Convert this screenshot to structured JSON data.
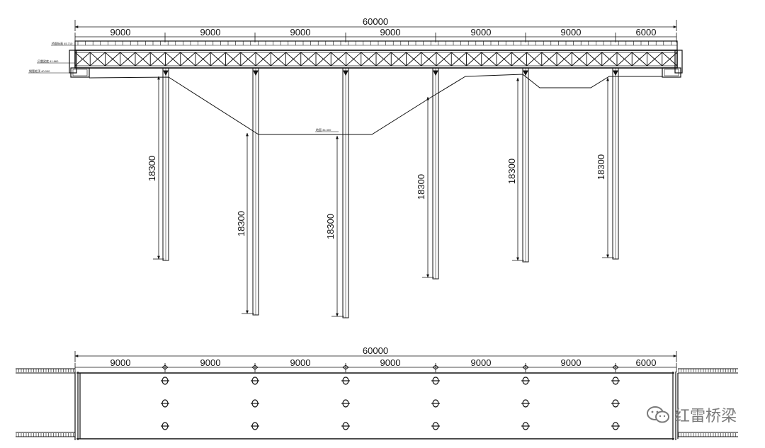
{
  "elevation": {
    "total_span": "60000",
    "spans": [
      "9000",
      "9000",
      "9000",
      "9000",
      "9000",
      "9000",
      "6000"
    ],
    "pile_lengths": [
      "18300",
      "18300",
      "18300",
      "18300",
      "18300",
      "18300"
    ],
    "level_labels": [
      "桥面标高 45.710",
      "贝雷梁底 41.860",
      "钢管桩顶 40.000"
    ],
    "ground_label": "地面 34.300"
  },
  "plan": {
    "total_span": "60000",
    "spans": [
      "9000",
      "9000",
      "9000",
      "9000",
      "9000",
      "9000",
      "6000"
    ]
  },
  "watermark": {
    "text": "红雷桥梁",
    "icon": "wechat-icon"
  }
}
